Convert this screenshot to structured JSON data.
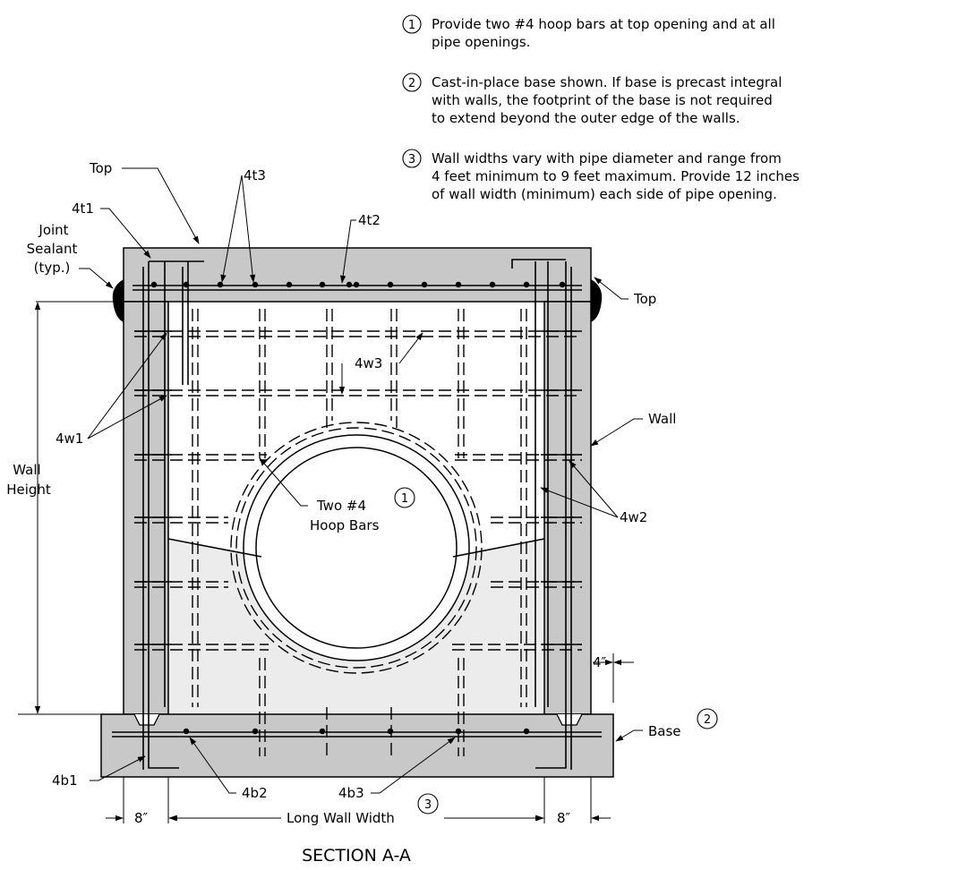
{
  "notes": [
    {
      "num": "1",
      "lines": [
        "Provide two #4 hoop bars at top opening and at all",
        "pipe openings."
      ]
    },
    {
      "num": "2",
      "lines": [
        "Cast-in-place base shown. If base is precast integral",
        "with walls, the footprint of the base is not required",
        "to extend beyond the outer edge of the walls."
      ]
    },
    {
      "num": "3",
      "lines": [
        "Wall widths vary with pipe diameter and range from",
        "4 feet minimum to 9 feet maximum. Provide 12 inches",
        "of wall width (minimum) each side of pipe opening."
      ]
    }
  ],
  "labels": {
    "top_left": "Top",
    "bar_4t3": "4t3",
    "bar_4t1": "4t1",
    "bar_4t2": "4t2",
    "joint_sealant_1": "Joint",
    "joint_sealant_2": "Sealant",
    "joint_sealant_3": "(typ.)",
    "top_right": "Top",
    "bar_4w3": "4w3",
    "bar_4w1": "4w1",
    "wall": "Wall",
    "wall_height_1": "Wall",
    "wall_height_2": "Height",
    "hoop_1": "Two #4",
    "hoop_2": "Hoop Bars",
    "hoop_note": "1",
    "bar_4w2": "4w2",
    "dim_4in": "4″",
    "base": "Base",
    "base_note": "2",
    "bar_4b1": "4b1",
    "bar_4b2": "4b2",
    "bar_4b3": "4b3",
    "dim_8in_left": "8″",
    "long_wall_width": "Long Wall Width",
    "width_note": "3",
    "dim_8in_right": "8″"
  },
  "title": "SECTION A-A"
}
